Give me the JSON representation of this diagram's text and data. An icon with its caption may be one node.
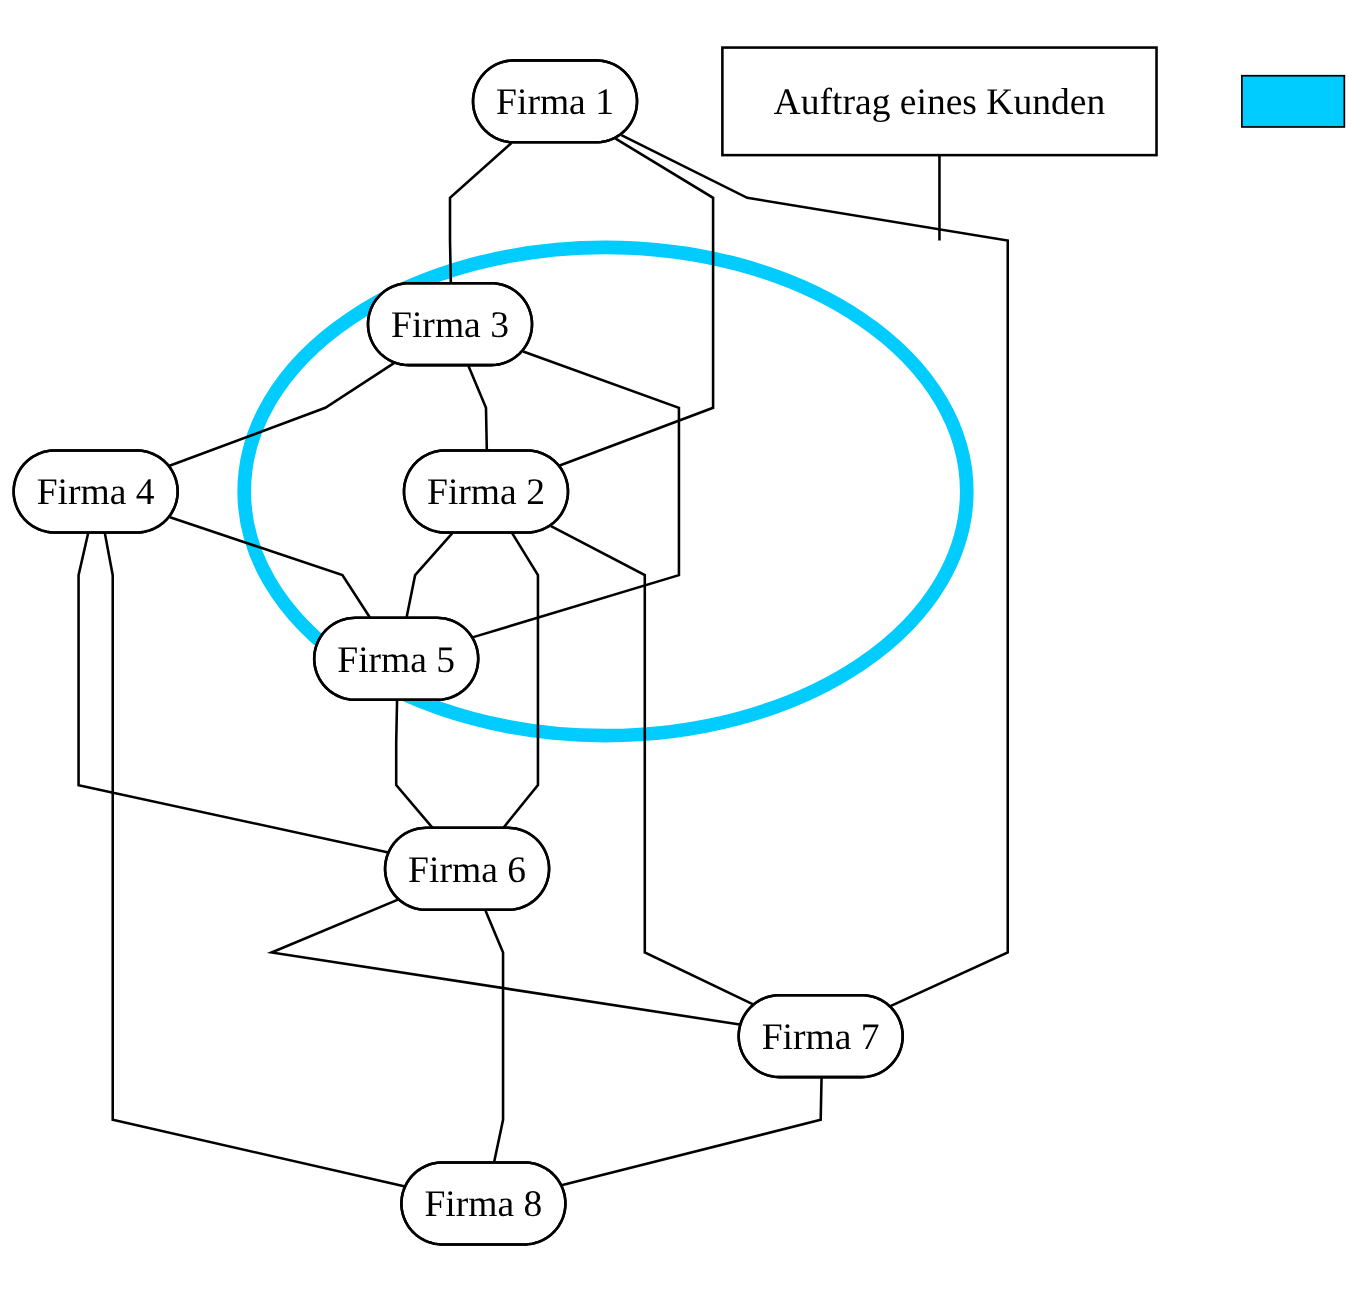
{
  "diagram": {
    "nodes": [
      {
        "text": [
          "Auftrag eines Kunden"
        ]
      },
      {
        "text": [],
        "shape": "circle"
      },
      {
        "text": [
          "Firma 1"
        ]
      },
      {
        "text": [
          "Firma 3"
        ],
        "in": 1
      },
      {
        "text": [
          "Firma 4"
        ]
      },
      {
        "text": [
          "Firma 2"
        ],
        "in": 1
      },
      {
        "text": [
          "Firma 5"
        ],
        "in": 1
      },
      {
        "text": [],
        "shape": "box"
      },
      {
        "text": [
          "Firma 6"
        ]
      },
      {
        "text": [
          "Firma 7"
        ]
      },
      {
        "text": [
          "Firma 8"
        ]
      }
    ],
    "edges": [
      {
        "from": 0,
        "to": 1,
        "arrow": "none"
      },
      {
        "from": 2,
        "to": 3,
        "arrow": "none"
      },
      {
        "from": 2,
        "to": 5,
        "arrow": "none"
      },
      {
        "from": 2,
        "to": 9,
        "arrow": "none"
      },
      {
        "from": 3,
        "to": 4,
        "arrow": "none"
      },
      {
        "from": 3,
        "to": 5,
        "arrow": "none"
      },
      {
        "from": 3,
        "to": 6,
        "arrow": "none"
      },
      {
        "from": 5,
        "to": 6,
        "arrow": "none"
      },
      {
        "from": 5,
        "to": 8,
        "arrow": "none"
      },
      {
        "from": 5,
        "to": 9,
        "arrow": "none"
      },
      {
        "from": 4,
        "to": 6,
        "arrow": "none"
      },
      {
        "from": 4,
        "to": 8,
        "arrow": "none"
      },
      {
        "from": 4,
        "to": 10,
        "arrow": "none"
      },
      {
        "from": 6,
        "to": 8,
        "arrow": "none"
      },
      {
        "from": 8,
        "to": 9,
        "arrow": "none"
      },
      {
        "from": 8,
        "to": 10,
        "arrow": "none"
      },
      {
        "from": 9,
        "to": 10,
        "arrow": "none"
      }
    ]
  }
}
